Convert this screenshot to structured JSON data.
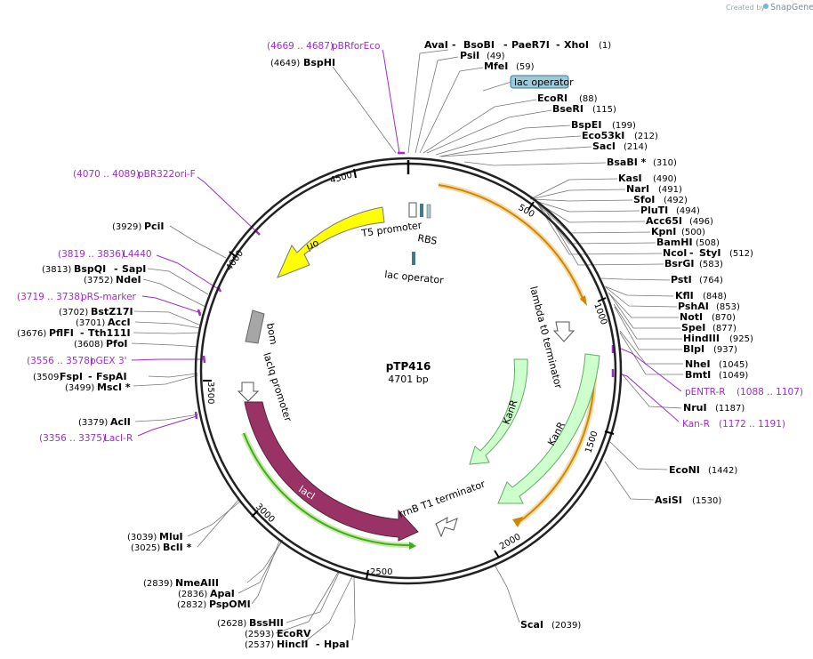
{
  "watermark": {
    "prefix": "Created by",
    "brand": "SnapGene"
  },
  "plasmid": {
    "name": "pTP416",
    "size_label": "4701 bp",
    "length": 4701
  },
  "ticks": [
    500,
    1000,
    1500,
    2000,
    2500,
    3000,
    3500,
    4000,
    4500
  ],
  "sites": [
    {
      "name": "AvaI",
      "pos": "(1)"
    },
    {
      "name": "BsoBI",
      "pos": ""
    },
    {
      "name": "PaeR7I",
      "pos": ""
    },
    {
      "name": "XhoI",
      "pos": ""
    },
    {
      "name": "PsiI",
      "pos": "(49)"
    },
    {
      "name": "MfeI",
      "pos": "(59)"
    },
    {
      "name": "EcoRI",
      "pos": "(88)"
    },
    {
      "name": "BseRI",
      "pos": "(115)"
    },
    {
      "name": "BspEI",
      "pos": "(199)"
    },
    {
      "name": "Eco53kI",
      "pos": "(212)"
    },
    {
      "name": "SacI",
      "pos": "(214)"
    },
    {
      "name": "BsaBI *",
      "pos": "(310)"
    },
    {
      "name": "KasI",
      "pos": "(490)"
    },
    {
      "name": "NarI",
      "pos": "(491)"
    },
    {
      "name": "SfoI",
      "pos": "(492)"
    },
    {
      "name": "PluTI",
      "pos": "(494)"
    },
    {
      "name": "Acc65I",
      "pos": "(496)"
    },
    {
      "name": "KpnI",
      "pos": "(500)"
    },
    {
      "name": "BamHI",
      "pos": "(508)"
    },
    {
      "name": "NcoI",
      "pos": ""
    },
    {
      "name": "StyI",
      "pos": "(512)"
    },
    {
      "name": "BsrGI",
      "pos": "(583)"
    },
    {
      "name": "PstI",
      "pos": "(764)"
    },
    {
      "name": "KflI",
      "pos": "(848)"
    },
    {
      "name": "PshAI",
      "pos": "(853)"
    },
    {
      "name": "NotI",
      "pos": "(870)"
    },
    {
      "name": "SpeI",
      "pos": "(877)"
    },
    {
      "name": "HindIII",
      "pos": "(925)"
    },
    {
      "name": "BlpI",
      "pos": "(937)"
    },
    {
      "name": "NheI",
      "pos": "(1045)"
    },
    {
      "name": "BmtI",
      "pos": "(1049)"
    },
    {
      "name": "NruI",
      "pos": "(1187)"
    },
    {
      "name": "EcoNI",
      "pos": "(1442)"
    },
    {
      "name": "AsiSI",
      "pos": "(1530)"
    },
    {
      "name": "ScaI",
      "pos": "(2039)"
    },
    {
      "name": "BssHII",
      "pos": "(2628)"
    },
    {
      "name": "EcoRV",
      "pos": "(2593)"
    },
    {
      "name": "HincII",
      "pos": "(2537)"
    },
    {
      "name": "HpaI",
      "pos": ""
    },
    {
      "name": "NmeAIII",
      "pos": "(2839)"
    },
    {
      "name": "ApaI",
      "pos": "(2836)"
    },
    {
      "name": "PspOMI",
      "pos": "(2832)"
    },
    {
      "name": "MluI",
      "pos": "(3039)"
    },
    {
      "name": "BclI *",
      "pos": "(3025)"
    },
    {
      "name": "AclI",
      "pos": "(3379)"
    },
    {
      "name": "FspI",
      "pos": "(3509)"
    },
    {
      "name": "FspAI",
      "pos": ""
    },
    {
      "name": "MscI *",
      "pos": "(3499)"
    },
    {
      "name": "PfoI",
      "pos": "(3608)"
    },
    {
      "name": "PflFI",
      "pos": "(3676)"
    },
    {
      "name": "Tth111I",
      "pos": ""
    },
    {
      "name": "AccI",
      "pos": "(3701)"
    },
    {
      "name": "BstZ17I",
      "pos": "(3702)"
    },
    {
      "name": "NdeI",
      "pos": "(3752)"
    },
    {
      "name": "BspQI",
      "pos": "(3813)"
    },
    {
      "name": "SapI",
      "pos": ""
    },
    {
      "name": "PciI",
      "pos": "(3929)"
    },
    {
      "name": "BspHI",
      "pos": "(4649)"
    }
  ],
  "primers": [
    {
      "name": "pBRforEco",
      "range": "(4669 .. 4687)"
    },
    {
      "name": "pBR322ori-F",
      "range": "(4070 .. 4089)"
    },
    {
      "name": "L4440",
      "range": "(3819 .. 3836)"
    },
    {
      "name": "pRS-marker",
      "range": "(3719 .. 3738)"
    },
    {
      "name": "pGEX 3'",
      "range": "(3556 .. 3578)"
    },
    {
      "name": "LacI-R",
      "range": "(3356 .. 3375)"
    },
    {
      "name": "pENTR-R",
      "range": "(1088 .. 1107)"
    },
    {
      "name": "Kan-R",
      "range": "(1172 .. 1191)"
    }
  ],
  "features": {
    "lac_operator_box": "lac operator",
    "lac_operator": "lac operator",
    "t5_promoter": "T5 promoter",
    "rbs": "RBS",
    "ori": "ori",
    "bom": "bom",
    "laciq_promoter": "lacIq promoter",
    "laci": "lacI",
    "lambda_t0": "lambda t0 terminator",
    "kanr_1": "KanR",
    "kanr_2": "KanR",
    "rrnb_t1": "rrnB T1 terminator"
  },
  "colors": {
    "ori": "#ffff00",
    "laci": "#993366",
    "kanr": "#ccffcc",
    "bom": "#a6a6a6",
    "lac_operator": "#3d7a8a",
    "primer": "#9a2fc8",
    "orange_bar": "#cc8800",
    "green_bar": "#44aa22"
  }
}
